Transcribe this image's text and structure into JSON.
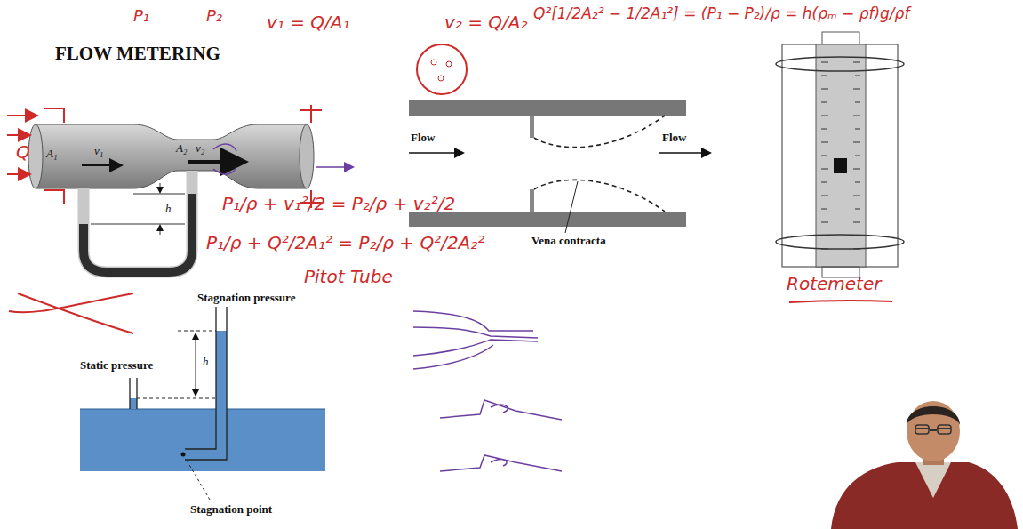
{
  "diagram": {
    "title": "FLOW METERING",
    "labels": [
      "P₁",
      "P₂",
      "v₁ = Q/A₁",
      "v₂ = Q/A₂",
      "Q²[1/2A₂² − 1/2A₁²] = (P₁ − P₂)/ρ = h(ρₘ − ρf)g/ρf",
      "Q",
      "A₁",
      "v₁",
      "A₂",
      "v₂",
      "h",
      "P₁/ρ + v₁²/2 = P₂/ρ + v₂²/2",
      "P₁/ρ + Q²/2A₁² = P₂/ρ + Q²/2A₂²",
      "Pitot Tube",
      "Flow",
      "Flow",
      "Vena contracta",
      "Rotemeter",
      "Stagnation pressure",
      "Static pressure",
      "h",
      "Stagnation point"
    ]
  }
}
